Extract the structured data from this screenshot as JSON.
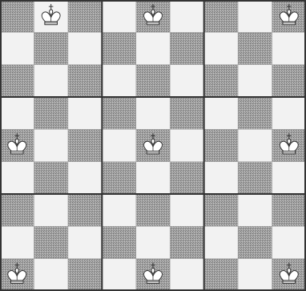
{
  "diagram": {
    "layout": {
      "blocks_across": 3,
      "blocks_down": 3,
      "cells_per_block_side": 3
    },
    "colors": {
      "light_square": "#f2f2f2",
      "dark_square": "#9b9b9b",
      "king_fill": "#ffffff",
      "king_outline": "#333333",
      "block_border": "#333333",
      "grid_line": "#a8a8a8"
    },
    "piece_icon": "white-king-icon",
    "boards": [
      {
        "king": {
          "row": 0,
          "col": 1
        }
      },
      {
        "king": {
          "row": 0,
          "col": 1
        }
      },
      {
        "king": {
          "row": 0,
          "col": 2
        }
      },
      {
        "king": {
          "row": 1,
          "col": 0
        }
      },
      {
        "king": {
          "row": 1,
          "col": 1
        }
      },
      {
        "king": {
          "row": 1,
          "col": 2
        }
      },
      {
        "king": {
          "row": 2,
          "col": 0
        }
      },
      {
        "king": {
          "row": 2,
          "col": 1
        }
      },
      {
        "king": {
          "row": 2,
          "col": 2
        }
      }
    ]
  }
}
